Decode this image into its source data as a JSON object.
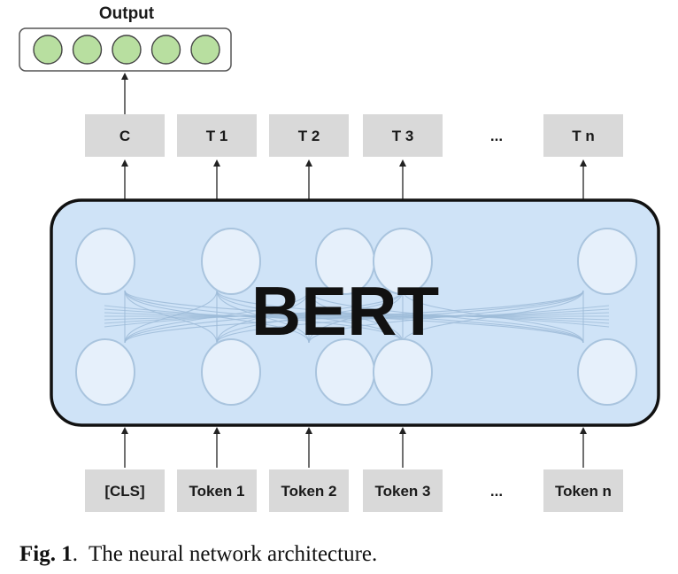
{
  "output": {
    "title": "Output",
    "node_count": 5,
    "node_color": "#b8dfa0"
  },
  "model": {
    "label": "BERT",
    "fill": "#cfe3f7",
    "node_fill": "#e6f0fb"
  },
  "outputs": [
    "C",
    "T 1",
    "T 2",
    "T 3",
    "...",
    "T n"
  ],
  "inputs": [
    "[CLS]",
    "Token 1",
    "Token 2",
    "Token 3",
    "...",
    "Token n"
  ],
  "caption": {
    "label": "Fig. 1",
    "separator": ".",
    "text": "The neural network architecture."
  }
}
